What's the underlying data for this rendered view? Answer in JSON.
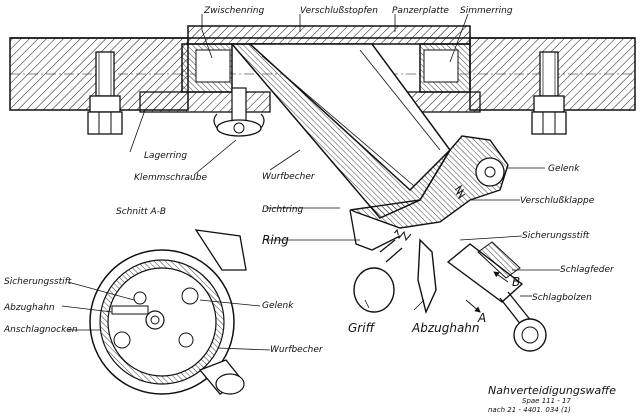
{
  "labels": {
    "zwischenring": "Zwischenring",
    "verschlussstopfen": "Verschlußstopfen",
    "panzerplatte": "Panzerplatte",
    "simmerring": "Simmerring",
    "lagerring": "Lagerring",
    "klemmschraube": "Klemmschraube",
    "wurfbecher": "Wurfbecher",
    "dichtring": "Dichtring",
    "ring": "Ring",
    "gelenk": "Gelenk",
    "verschlussklappe": "Verschlußklappe",
    "sicherungsstift": "Sicherungsstift",
    "schlagfeder": "Schlagfeder",
    "schlagbolzen": "Schlagbolzen",
    "griff": "Griff",
    "abzughahn": "Abzughahn",
    "section_marker_b": "B",
    "section_marker_a": "A"
  },
  "section_view": {
    "title": "Schnitt A-B",
    "sicherungsstift": "Sicherungsstift",
    "abzughahn": "Abzughahn",
    "anschlagnocken": "Anschlagnocken",
    "gelenk": "Gelenk",
    "wurfbecher": "Wurfbecher"
  },
  "title_block": {
    "name": "Nahverteidigungswaffe",
    "line2": "Spae 111 - 17",
    "line3": "nach 21 - 4401. 034  (1)"
  },
  "colors": {
    "ink": "#111111",
    "paper": "#ffffff"
  }
}
